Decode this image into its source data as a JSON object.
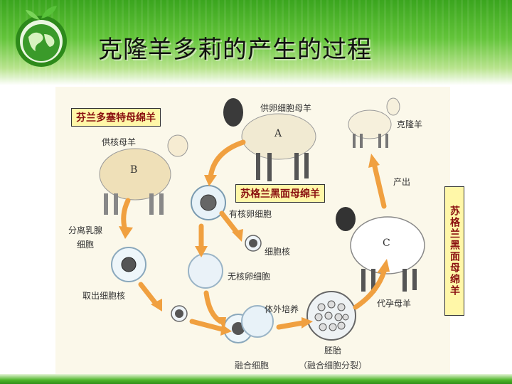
{
  "slide": {
    "title": "克隆羊多莉的产生的过程"
  },
  "callouts": {
    "finnish_sheep": "芬兰多塞特母绵羊",
    "scottish_sheep": "苏格兰黑面母绵羊",
    "scottish_sheep_vertical": "苏格兰黑面母绵羊"
  },
  "figure": {
    "egg_donor": "供卵细胞母羊",
    "label_a": "A",
    "nucleus_donor": "供核母羊",
    "label_b": "B",
    "clone": "克隆羊",
    "birth": "产出",
    "separate_cells_1": "分离乳腺",
    "separate_cells_2": "细胞",
    "nucleated_egg": "有核卵细胞",
    "nucleus": "细胞核",
    "enucleated_egg": "无核卵细胞",
    "extract_nucleus": "取出细胞核",
    "in_vitro_culture": "体外培养",
    "surrogate": "代孕母羊",
    "label_c": "C",
    "embryo": "胚胎",
    "fused_cell": "融合细胞",
    "fused_division": "（融合细胞分裂）"
  }
}
